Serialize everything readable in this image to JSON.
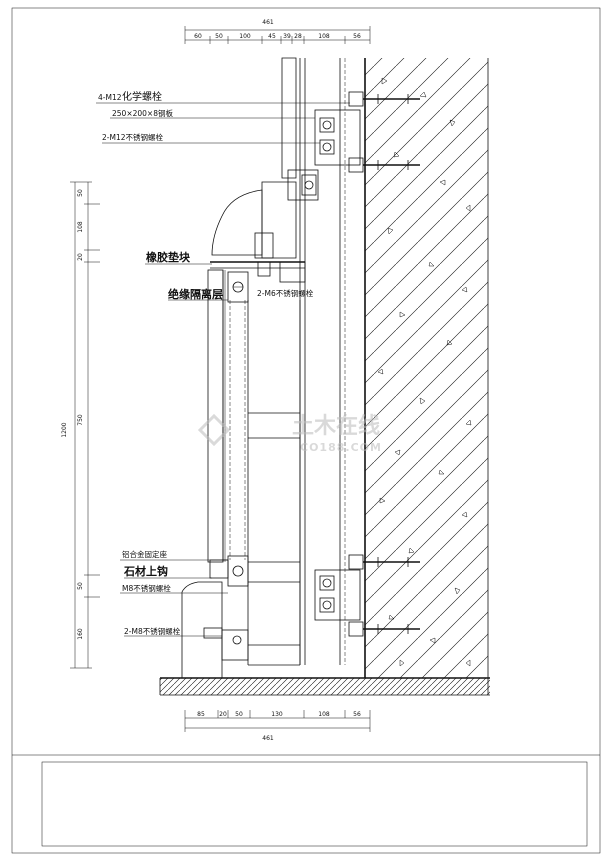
{
  "drawing": {
    "top_dims": {
      "total": "461",
      "segments": [
        "60",
        "50",
        "100",
        "45",
        "39",
        "28",
        "108",
        "56"
      ]
    },
    "bottom_dims": {
      "total": "461",
      "segments": [
        "85",
        "20",
        "50",
        "130",
        "108",
        "56"
      ]
    },
    "left_dims": {
      "total": "1200",
      "segments": [
        "50",
        "108",
        "20",
        "750",
        "50",
        "160"
      ]
    },
    "labels": {
      "chem_anchor_count": "4-M12",
      "chem_anchor_name": "化学螺栓",
      "steel_plate": "250×200×8钢板",
      "ss_bolt_top": "2-M12不锈钢螺栓",
      "rubber_pad": "橡胶垫块",
      "insulation": "绝缘隔离层",
      "m6_bolt": "2-M6不锈钢螺栓",
      "alloy_hanger": "铝合金固定座",
      "stone_hook": "石材上钩",
      "m8_bolt": "M8不锈钢螺栓",
      "m8_bolt_bottom": "2-M8不锈钢螺栓"
    },
    "watermark": {
      "main": "土木在线",
      "sub": "CO188.COM"
    }
  }
}
